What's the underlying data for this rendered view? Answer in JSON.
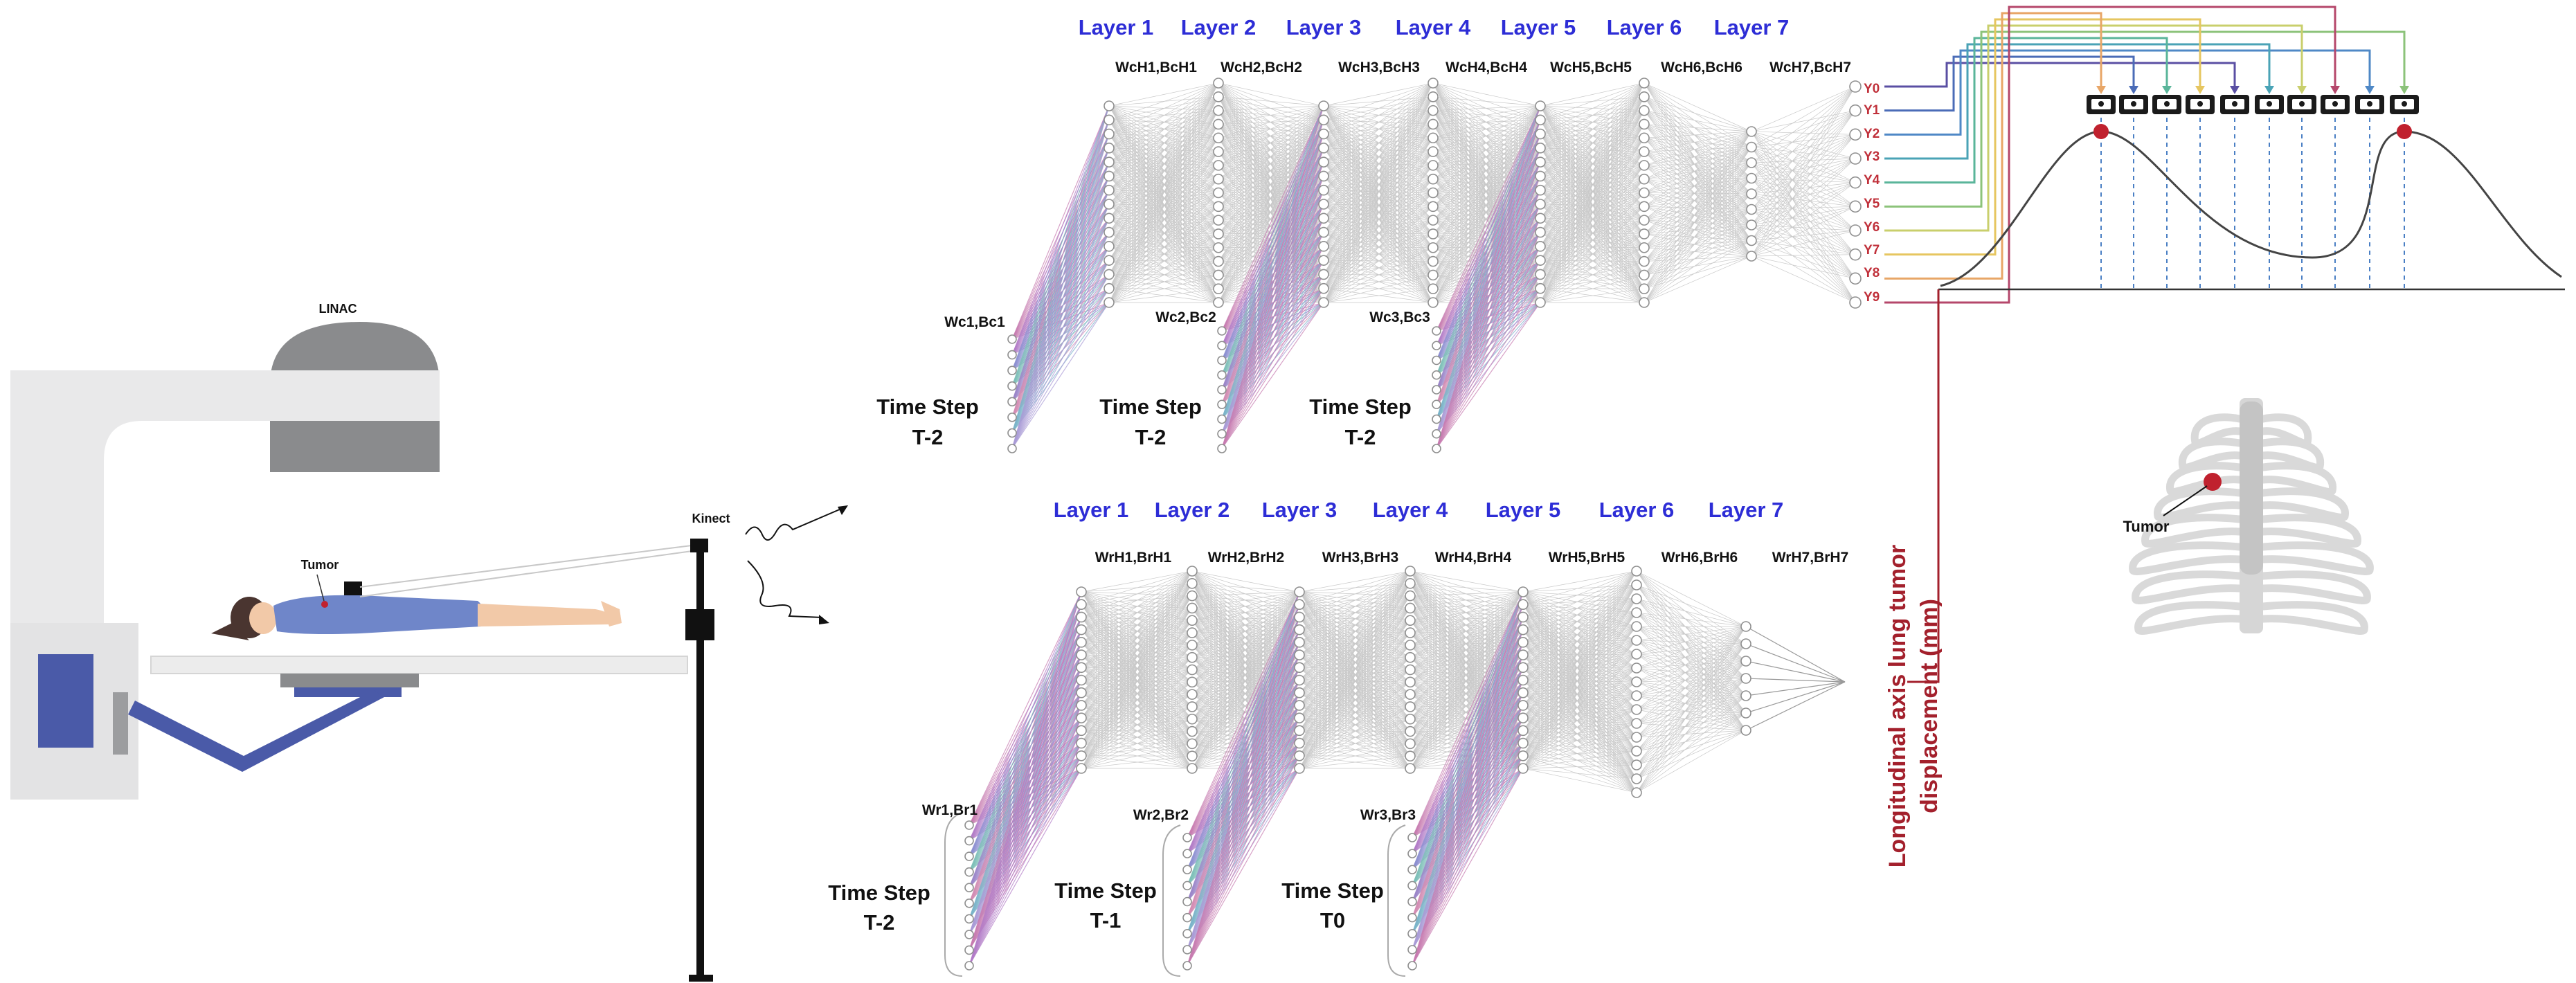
{
  "linac": {
    "label": "LINAC"
  },
  "patient": {
    "tumor_label": "Tumor"
  },
  "kinect": {
    "label": "Kinect"
  },
  "top_net": {
    "layers": [
      "Layer 1",
      "Layer 2",
      "Layer 3",
      "Layer 4",
      "Layer 5",
      "Layer 6",
      "Layer 7"
    ],
    "hidden_weights": [
      "WcH1,BcH1",
      "WcH2,BcH2",
      "WcH3,BcH3",
      "WcH4,BcH4",
      "WcH5,BcH5",
      "WcH6,BcH6",
      "WcH7,BcH7"
    ],
    "input_weights": [
      "Wc1,Bc1",
      "Wc2,Bc2",
      "Wc3,Bc3"
    ],
    "time_steps": [
      {
        "line1": "Time Step",
        "line2": "T-2"
      },
      {
        "line1": "Time Step",
        "line2": "T-2"
      },
      {
        "line1": "Time Step",
        "line2": "T-2"
      }
    ],
    "outputs": [
      "Y0",
      "Y1",
      "Y2",
      "Y3",
      "Y4",
      "Y5",
      "Y6",
      "Y7",
      "Y8",
      "Y9"
    ]
  },
  "bottom_net": {
    "layers": [
      "Layer 1",
      "Layer 2",
      "Layer 3",
      "Layer 4",
      "Layer 5",
      "Layer 6",
      "Layer 7"
    ],
    "hidden_weights": [
      "WrH1,BrH1",
      "WrH2,BrH2",
      "WrH3,BrH3",
      "WrH4,BrH4",
      "WrH5,BrH5",
      "WrH6,BrH6",
      "WrH7,BrH7"
    ],
    "input_weights": [
      "Wr1,Br1",
      "Wr2,Br2",
      "Wr3,Br3"
    ],
    "time_steps": [
      {
        "line1": "Time Step",
        "line2": "T-2"
      },
      {
        "line1": "Time Step",
        "line2": "T-1"
      },
      {
        "line1": "Time Step",
        "line2": "T0"
      }
    ]
  },
  "axis_label": {
    "line1": "Longitudinal axis lung tumor",
    "line2": "displacement (mm)"
  },
  "ribcage": {
    "tumor_label": "Tumor"
  },
  "colors": {
    "layer_label": "#2d2dd6",
    "output_label": "#c0303a",
    "axis_label": "#a3202c",
    "machine": "#e9e9ea",
    "machine_dark": "#8a8b8d",
    "table_blue": "#4a5aa8",
    "patient_gown": "#6f86c9",
    "tumor_red": "#c0212e",
    "curve": "#555555",
    "bracket_colors": [
      "#5a4fa3",
      "#4b6cb7",
      "#4f88c6",
      "#4aa3b6",
      "#5ab59a",
      "#8cc37a",
      "#c9cf6c",
      "#e6c660",
      "#e8a667",
      "#b5476b"
    ]
  }
}
